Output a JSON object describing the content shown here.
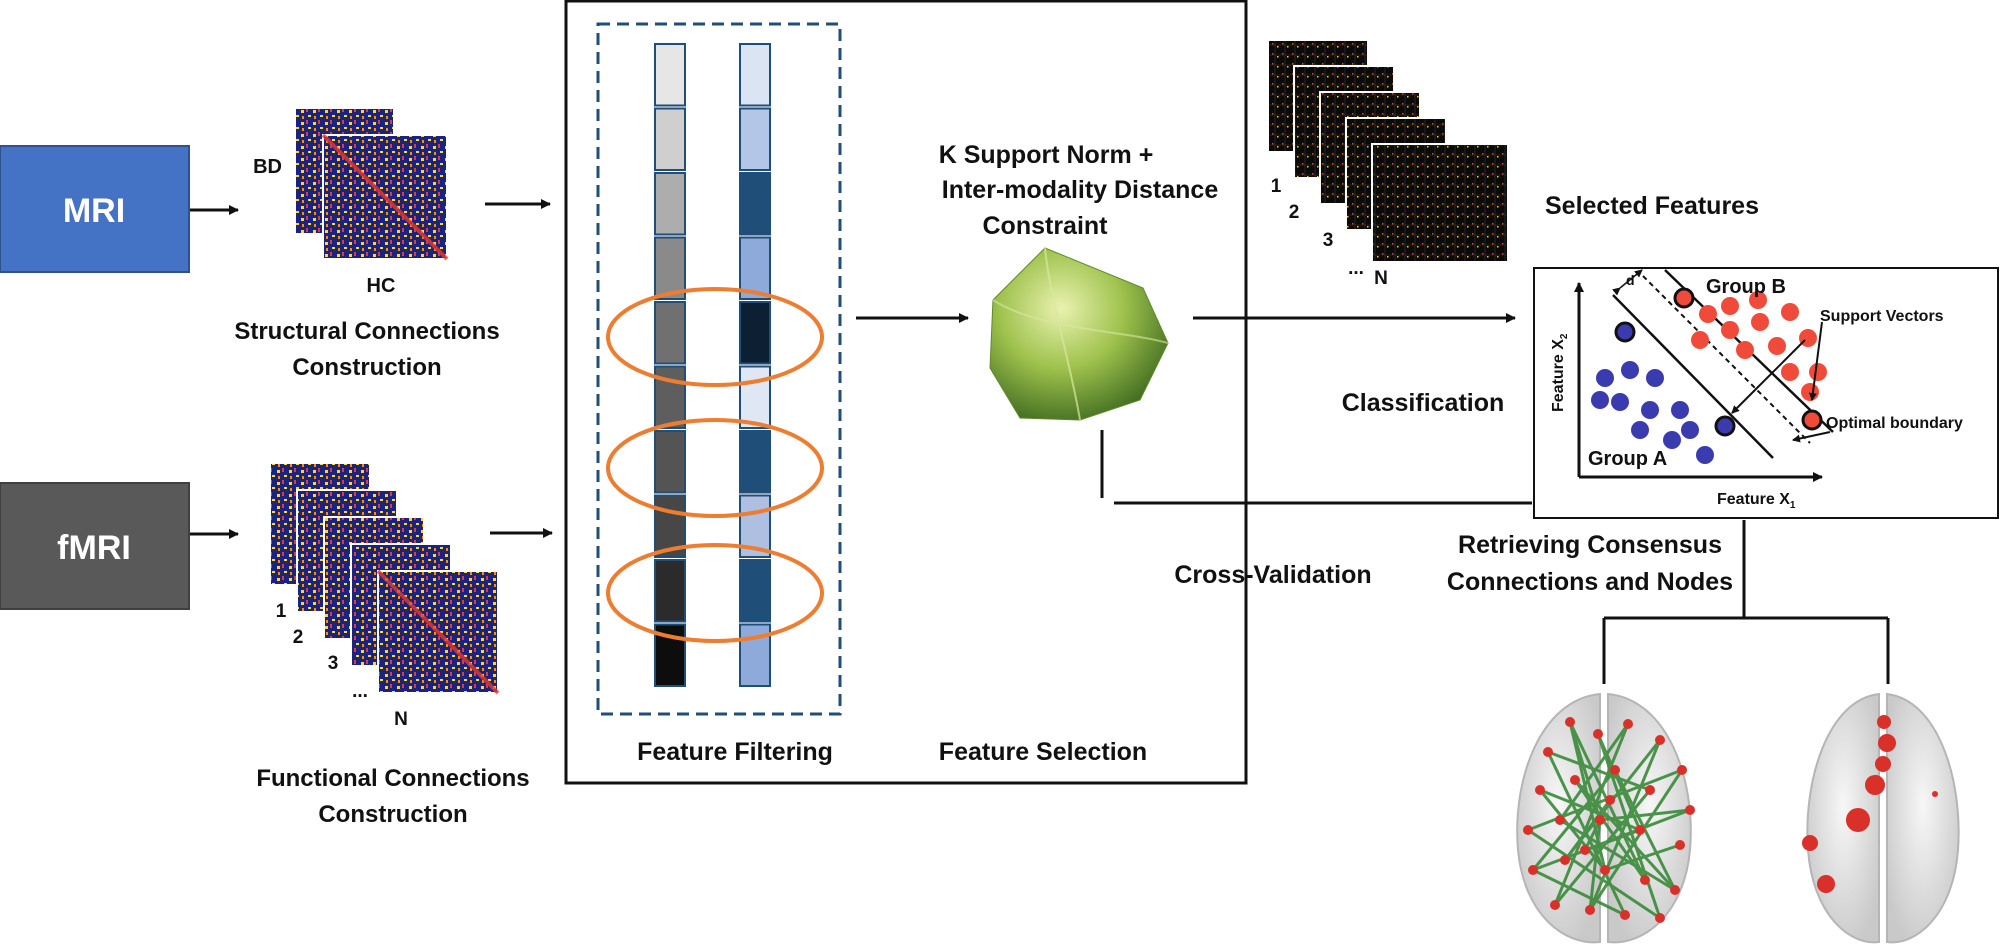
{
  "inputs": {
    "mri": "MRI",
    "fmri": "fMRI",
    "mri_color": "#4472C4",
    "fmri_color": "#595959"
  },
  "structural": {
    "label_bd": "BD",
    "label_hc": "HC",
    "caption_line1": "Structural Connections",
    "caption_line2": "Construction"
  },
  "functional": {
    "labels": [
      "1",
      "2",
      "3",
      "...",
      "N"
    ],
    "caption_line1": "Functional Connections",
    "caption_line2": "Construction"
  },
  "feature_stage": {
    "filtering_label": "Feature Filtering",
    "selection_label": "Feature Selection",
    "norm_line1": "K Support Norm +",
    "norm_line2": "Inter-modality Distance",
    "norm_line3": "Constraint",
    "gray_shades": [
      "#e6e6e6",
      "#cfcfcf",
      "#adadad",
      "#8a8a8a",
      "#707070",
      "#5e5e5e",
      "#545454",
      "#474747",
      "#2b2b2b",
      "#0d0d0d"
    ],
    "blue_shades": [
      "#dbe4f3",
      "#b3c6e7",
      "#1f4e79",
      "#8eaadb",
      "#0d1f33",
      "#dfe7f4",
      "#1f4e79",
      "#aebfe2",
      "#1f4e79",
      "#8eaadb"
    ],
    "highlight_color": "#ED7D31"
  },
  "selected": {
    "title": "Selected Features",
    "labels": [
      "1",
      "2",
      "3",
      "...",
      "N"
    ]
  },
  "classification": {
    "label": "Classification",
    "group_a": "Group A",
    "group_b": "Group B",
    "support_vectors": "Support Vectors",
    "optimal_boundary": "Optimal boundary",
    "axis_x": "Feature X",
    "axis_x_sub": "1",
    "axis_y": "Feature X",
    "axis_y_sub": "2",
    "margin_label": "d",
    "group_a_color": "#3b3bb0",
    "group_b_color": "#f04b3a"
  },
  "cross_validation": "Cross-Validation",
  "consensus": {
    "line1": "Retrieving Consensus",
    "line2": "Connections and Nodes"
  }
}
